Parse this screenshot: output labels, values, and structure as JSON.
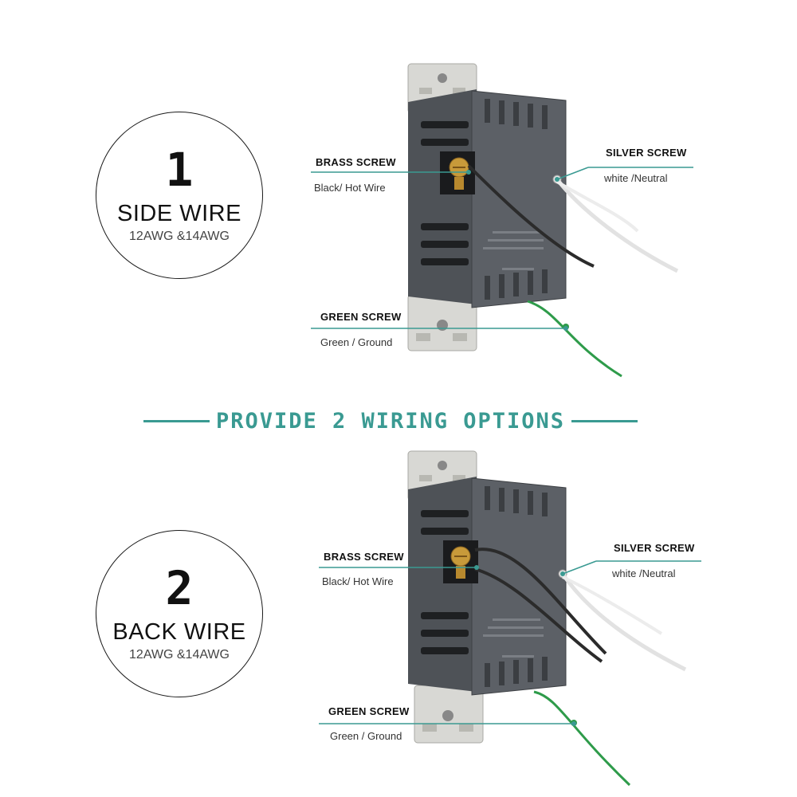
{
  "banner": {
    "text": "PROVIDE 2 WIRING OPTIONS"
  },
  "options": [
    {
      "number": "1",
      "mode": "SIDE WIRE",
      "gauge": "12AWG &14AWG",
      "brass": {
        "title": "BRASS SCREW",
        "desc": "Black/ Hot Wire"
      },
      "silver": {
        "title": "SILVER SCREW",
        "desc": "white /Neutral"
      },
      "green": {
        "title": "GREEN SCREW",
        "desc": "Green / Ground"
      }
    },
    {
      "number": "2",
      "mode": "BACK WIRE",
      "gauge": "12AWG &14AWG",
      "brass": {
        "title": "BRASS SCREW",
        "desc": "Black/ Hot Wire"
      },
      "silver": {
        "title": "SILVER SCREW",
        "desc": "white /Neutral"
      },
      "green": {
        "title": "GREEN SCREW",
        "desc": "Green / Ground"
      }
    }
  ],
  "colors": {
    "accent": "#3a9a92",
    "device_body": "#5c6066",
    "brass": "#c89a3a",
    "ground_wire": "#2e9b4a",
    "hot_wire": "#2b2b2b",
    "neutral_wire": "#e8e8e8"
  }
}
